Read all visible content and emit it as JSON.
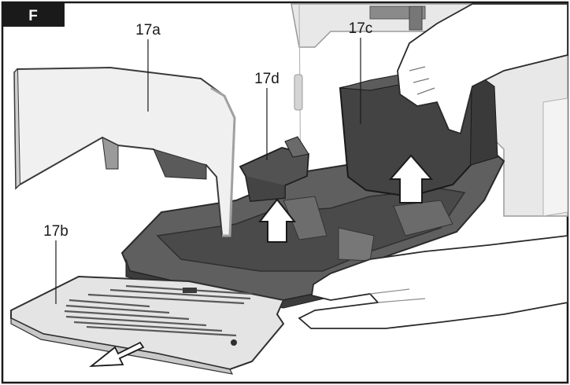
{
  "figure": {
    "panel_letter": "F",
    "labels": {
      "cover": "17a",
      "grid": "17b",
      "container": "17c",
      "small_part": "17d"
    }
  }
}
